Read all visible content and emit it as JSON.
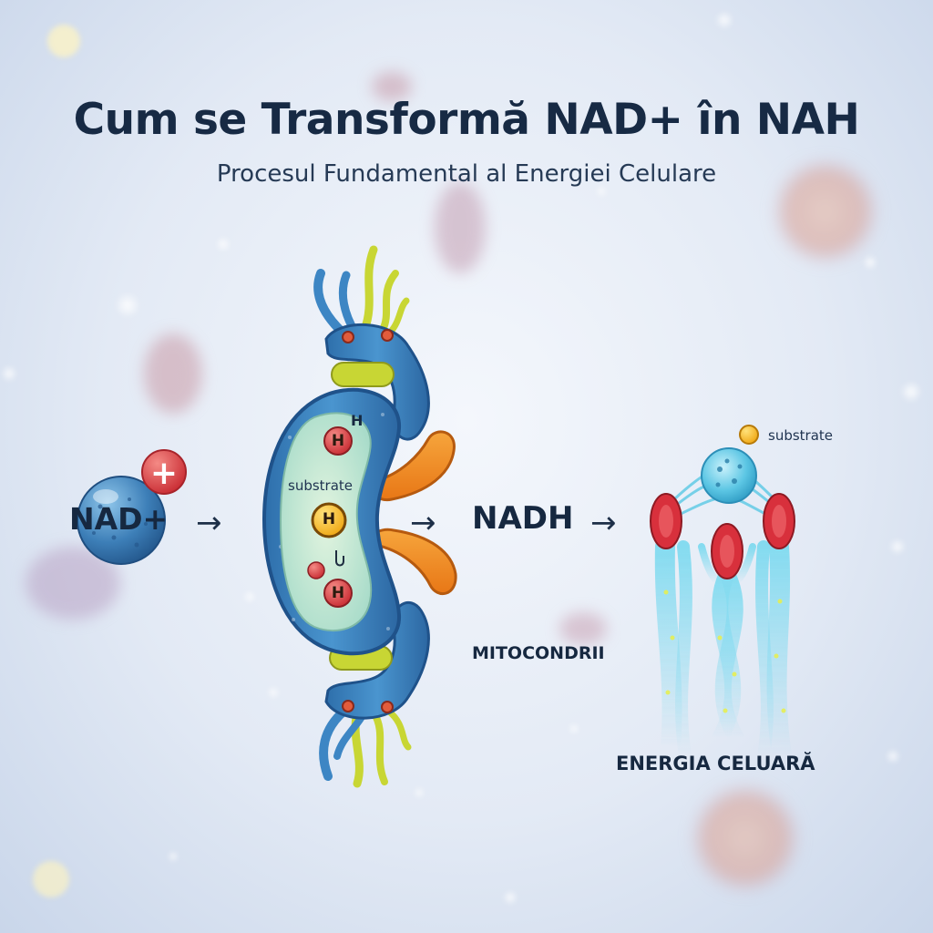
{
  "title": "Cum se Transformă NAD+ în NAH",
  "subtitle": "Procesul Fundamental al Energiei Celulare",
  "labels": {
    "nad_plus": "NAD+",
    "plus_sign": "+",
    "nadh": "NADH",
    "mitochondria": "MITOCONDRII",
    "energy": "ENERGIA CELUARĂ",
    "substrate_enzyme": "substrate",
    "substrate_legend": "substrate",
    "hydrogen": "H",
    "arrows": [
      "→",
      "→",
      "→"
    ]
  },
  "colors": {
    "title": "#172a44",
    "enzyme_blue": "#3d86c4",
    "enzyme_dark": "#22588f",
    "pocket": "#bfe6d6",
    "hydrogen_red": "#d9383c",
    "substrate_yellow": "#f2b320",
    "arm_orange": "#f08a1e",
    "arm_yellow": "#c8d634",
    "mito_cyan": "#5fd0ea",
    "mito_red": "#d8303c"
  }
}
